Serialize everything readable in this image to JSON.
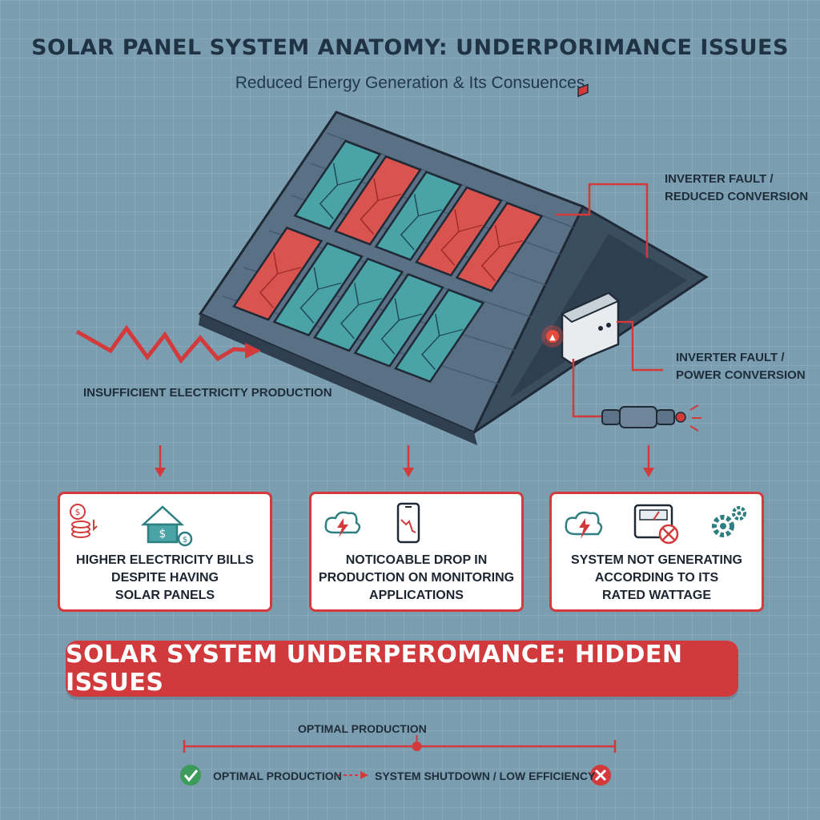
{
  "header": {
    "title": "SOLAR PANEL SYSTEM ANATOMY: UNDERPORIMANCE ISSUES",
    "subtitle": "Reduced Energy Generation & Its Consuences"
  },
  "callouts": {
    "inverter_top": [
      "INVERTER FAULT /",
      "REDUCED CONVERSION"
    ],
    "inverter_mid": [
      "INVERTER FAULT /",
      "POWER CONVERSION"
    ],
    "insufficient": "INSUFFICIENT ELECTRICITY PRODUCTION"
  },
  "cards": [
    {
      "lines": [
        "HIGHER ELECTRICITY BILLS",
        "DESPITE HAVING",
        "SOLAR PANELS"
      ],
      "icons": [
        "coin-stack-icon",
        "house-dollar-icon"
      ]
    },
    {
      "lines": [
        "NOTICOABLE DROP IN",
        "PRODUCTION ON MONITORING",
        "APPLICATIONS"
      ],
      "icons": [
        "cloud-bolt-icon",
        "phone-chart-icon"
      ]
    },
    {
      "lines": [
        "SYSTEM NOT GENERATING",
        "ACCORDING TO ITS",
        "RATED WATTAGE"
      ],
      "icons": [
        "cloud-bolt-icon",
        "meter-icon",
        "gears-icon"
      ]
    }
  ],
  "banner": {
    "text": "SOLAR SYSTEM UNDERPEROMANCE: HIDDEN ISSUES"
  },
  "scale": {
    "top_label": "OPTIMAL PRODUCTION",
    "left_label": "OPTIMAL PRODUCTION",
    "right_label": "SYSTEM SHUTDOWN / LOW EFFICIENCY",
    "marker_position": 0.54
  },
  "colors": {
    "fault_red": "#d9534f",
    "panel_teal": "#4aa3a6",
    "roof_slate": "#4d6276",
    "ok_green": "#3c9a5a"
  },
  "panel_states": [
    "healthy",
    "faulty",
    "healthy",
    "faulty",
    "faulty",
    "faulty",
    "healthy",
    "healthy",
    "healthy",
    "healthy"
  ]
}
